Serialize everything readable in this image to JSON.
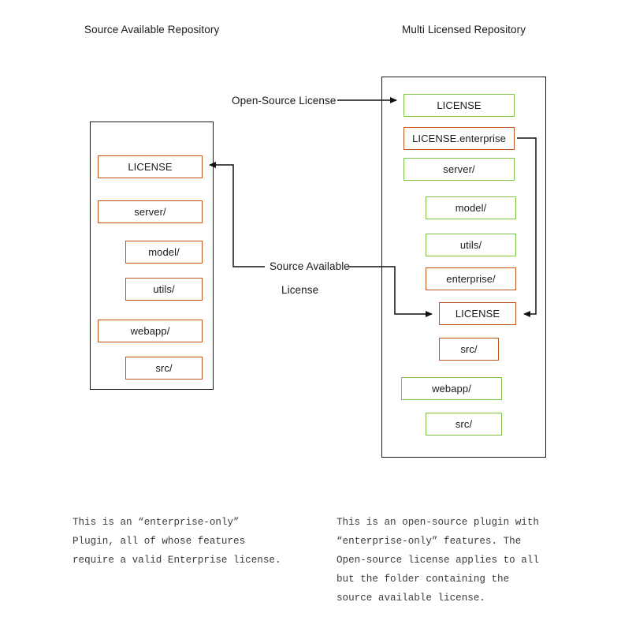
{
  "diagram": {
    "title_left": "Source Available Repository",
    "title_right": "Multi Licensed Repository",
    "colors": {
      "enterprise_orange": "#BF561C",
      "open_source_green": "#7DC242",
      "container_border": "#1a1a1a",
      "background": "#ffffff",
      "caption_text": "#3b3b3b"
    },
    "left_repo": {
      "label": "Source Available Repository",
      "nodes": [
        {
          "label": "LICENSE",
          "license": "source-available",
          "indent": 0
        },
        {
          "label": "server/",
          "license": "source-available",
          "indent": 0
        },
        {
          "label": "model/",
          "license": "source-available",
          "indent": 1
        },
        {
          "label": "utils/",
          "license": "source-available",
          "indent": 1
        },
        {
          "label": "webapp/",
          "license": "source-available",
          "indent": 0
        },
        {
          "label": "src/",
          "license": "source-available",
          "indent": 1
        }
      ]
    },
    "right_repo": {
      "label": "Multi Licensed Repository",
      "nodes": [
        {
          "label": "LICENSE",
          "license": "open-source",
          "indent": 0
        },
        {
          "label": "LICENSE.enterprise",
          "license": "source-available",
          "indent": 0
        },
        {
          "label": "server/",
          "license": "open-source",
          "indent": 0
        },
        {
          "label": "model/",
          "license": "open-source",
          "indent": 1
        },
        {
          "label": "utils/",
          "license": "open-source",
          "indent": 1
        },
        {
          "label": "enterprise/",
          "license": "source-available",
          "indent": 1
        },
        {
          "label": "LICENSE",
          "license": "source-available",
          "indent": 2
        },
        {
          "label": "src/",
          "license": "source-available",
          "indent": 2
        },
        {
          "label": "webapp/",
          "license": "open-source",
          "indent": 0
        },
        {
          "label": "src/",
          "license": "open-source",
          "indent": 1
        }
      ]
    },
    "edges": [
      {
        "label": "Open-Source License",
        "target": "right LICENSE"
      },
      {
        "label_line1": "Source Available",
        "label_line2": "License",
        "targets": "left LICENSE, right enterprise/LICENSE"
      }
    ],
    "captions": {
      "left": "This is an “enter­prise-only”\nPlugin, all of whose features\nrequire a valid Enterprise license.",
      "left_text": "This is an “enterprise-only”\nPlugin, all of whose features\nrequire a valid Enterprise license.",
      "right_text": "This is an open-source plugin with\n“enterprise-only” features. The\nOpen-source license applies to all\nbut the folder containing the\nsource available license."
    }
  }
}
